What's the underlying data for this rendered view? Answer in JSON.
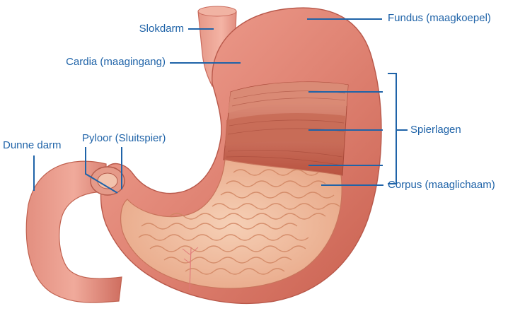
{
  "colors": {
    "label_text": "#1f63a8",
    "leader_line": "#1f63a8",
    "stomach_outer": "#d9786c",
    "stomach_inner": "#f3c2a4",
    "muscle": "#c9634f"
  },
  "labels": {
    "slokdarm": "Slokdarm",
    "cardia": "Cardia (maagingang)",
    "fundus": "Fundus (maagkoepel)",
    "spierlagen": "Spierlagen",
    "corpus": "Corpus (maaglichaam)",
    "pyloor": "Pyloor (Sluitspier)",
    "dunne_darm": "Dunne darm"
  }
}
